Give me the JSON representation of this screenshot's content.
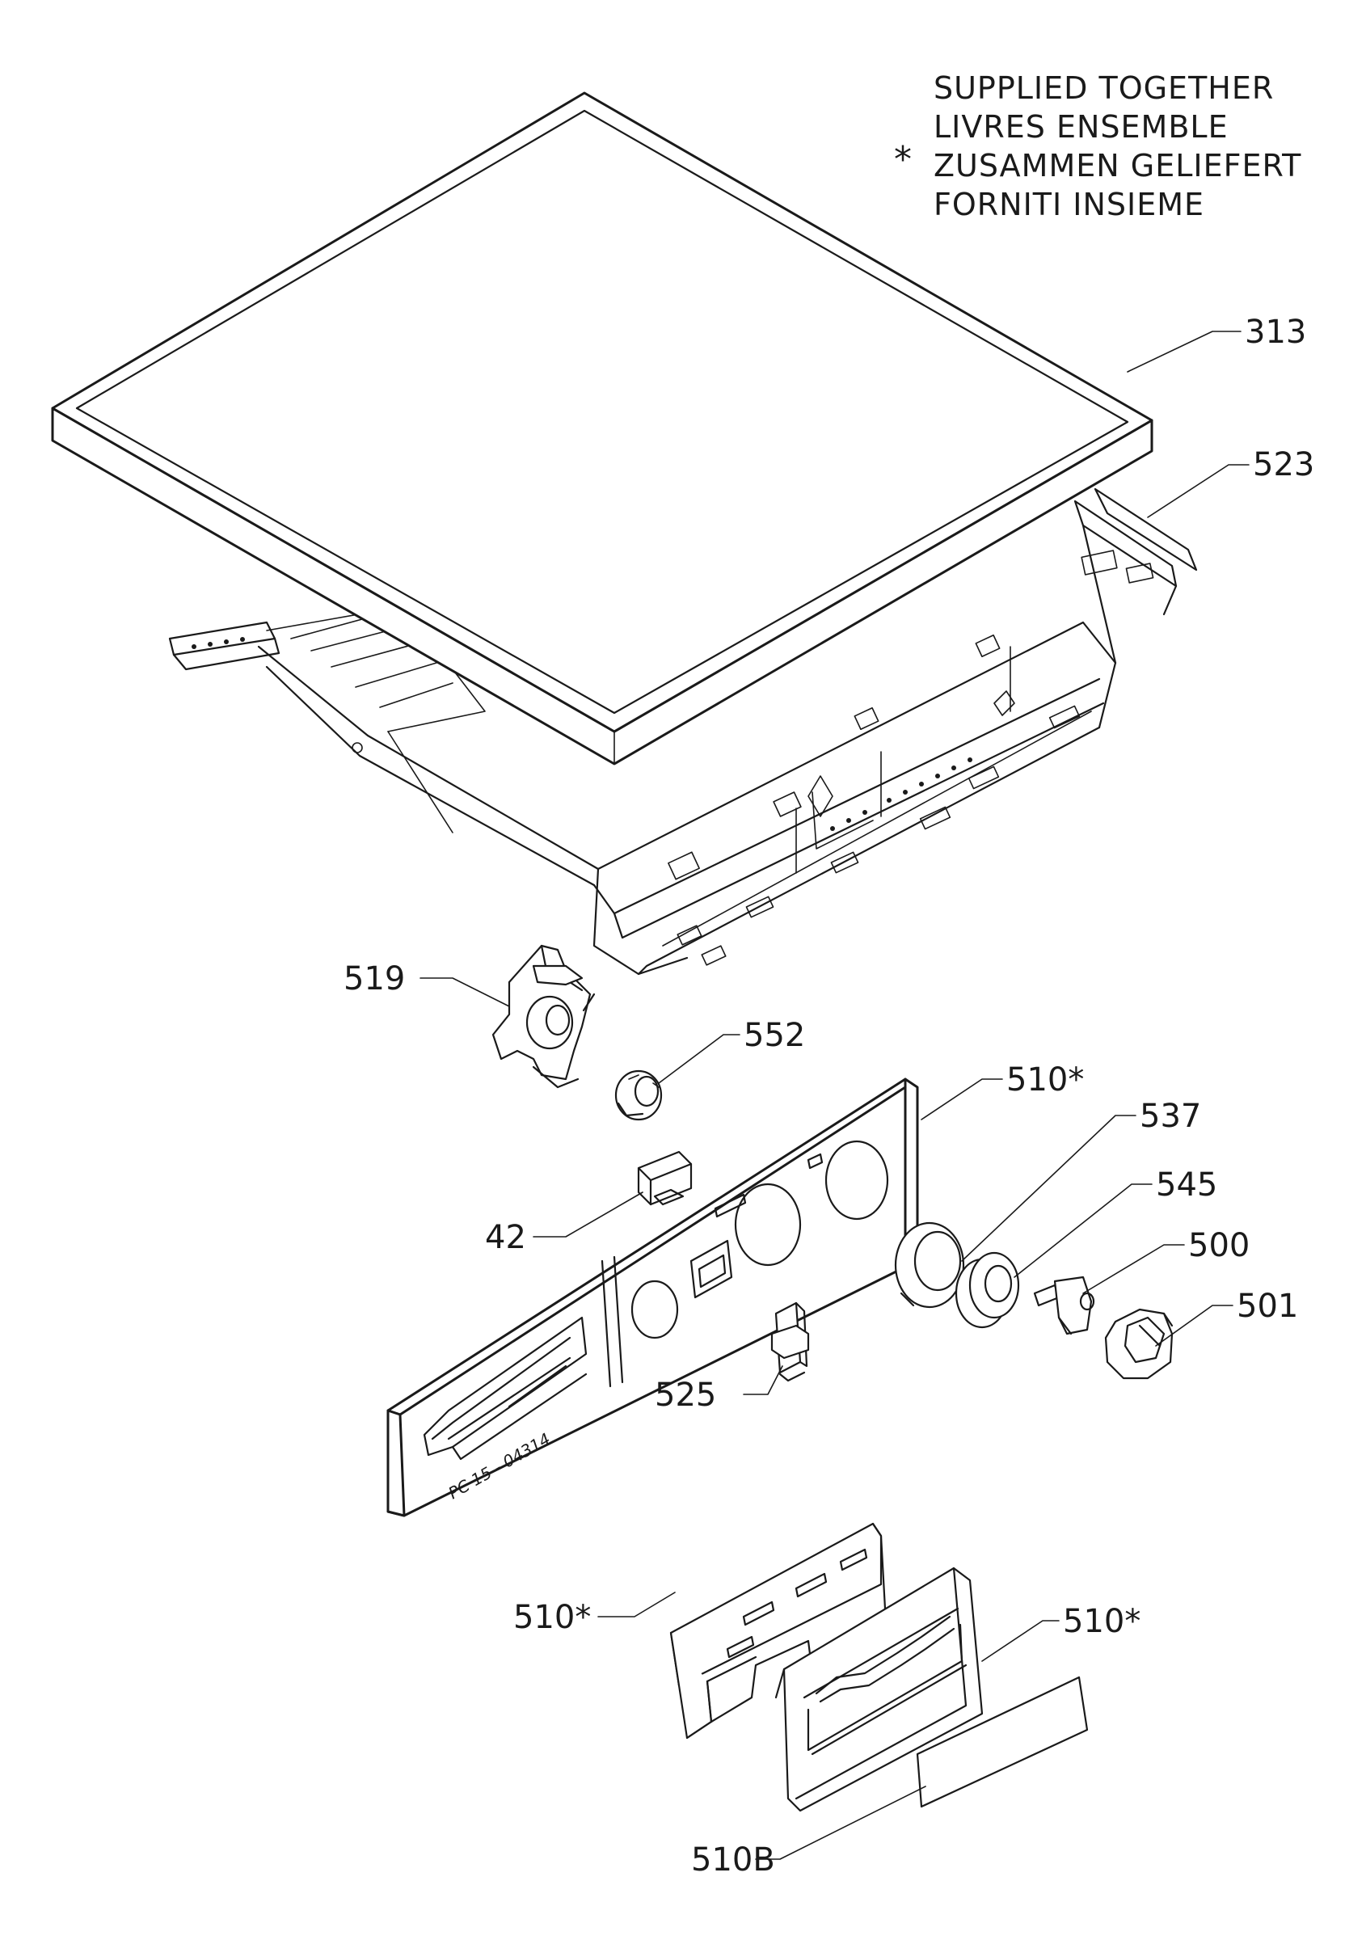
{
  "note": {
    "asterisk": "*",
    "lines": [
      "SUPPLIED TOGETHER",
      "LIVRES ENSEMBLE",
      "ZUSAMMEN GELIEFERT",
      "FORNITI INSIEME"
    ]
  },
  "labels": {
    "p313": "313",
    "p523": "523",
    "p519": "519",
    "p552": "552",
    "p510_panel": "510*",
    "p537": "537",
    "p545": "545",
    "p500": "500",
    "p501": "501",
    "p42": "42",
    "p525": "525",
    "p510_upper": "510*",
    "p510_left": "510*",
    "p510b": "510B"
  },
  "stamp": "PC 15 - 04314"
}
